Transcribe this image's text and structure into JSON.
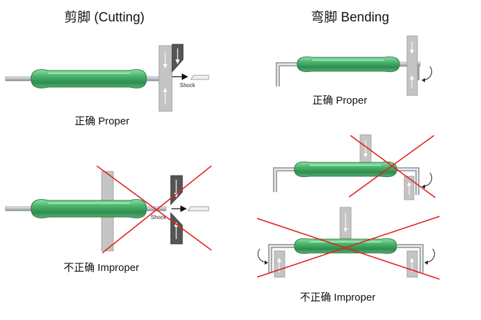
{
  "titles": {
    "cutting": "剪脚 (Cutting)",
    "bending": "弯脚 Bending"
  },
  "captions": {
    "cut_proper": "正确 Proper",
    "cut_improper": "不正确 Improper",
    "bend_proper": "正确 Proper",
    "bend_improper": "不正确 Improper"
  },
  "labels": {
    "shock": "Shock"
  },
  "colors": {
    "glass": "#3fa45f",
    "glass_highlight": "#7ad596",
    "lead": "#c9ccd0",
    "tool_light": "#c2c2c2",
    "tool_dark": "#555555",
    "cross": "#e0201c"
  }
}
